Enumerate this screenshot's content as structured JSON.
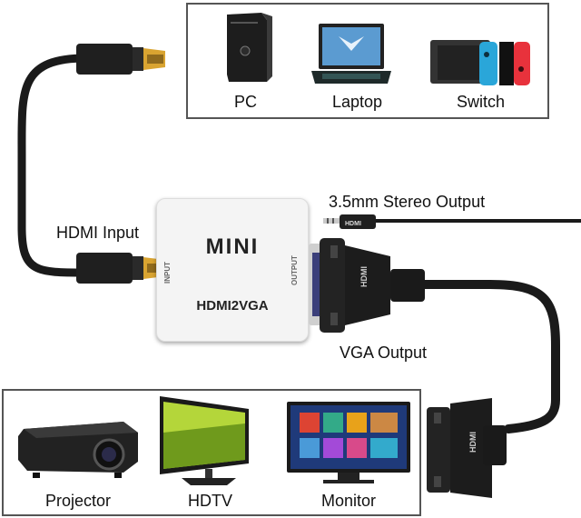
{
  "sources": {
    "items": [
      {
        "label": "PC",
        "icon": "pc-tower-icon"
      },
      {
        "label": "Laptop",
        "icon": "laptop-icon"
      },
      {
        "label": "Switch",
        "icon": "game-console-icon"
      }
    ]
  },
  "adapter": {
    "brand": "MINI",
    "model": "HDMI2VGA",
    "input_port_label": "INPUT",
    "output_port_label": "OUTPUT"
  },
  "connections": {
    "hdmi_input_label": "HDMI Input",
    "audio_output_label": "3.5mm Stereo Output",
    "vga_output_label": "VGA  Output",
    "cable_brand": "HDMI"
  },
  "displays": {
    "items": [
      {
        "label": "Projector",
        "icon": "projector-icon"
      },
      {
        "label": "HDTV",
        "icon": "hdtv-icon"
      },
      {
        "label": "Monitor",
        "icon": "monitor-icon"
      }
    ]
  },
  "colors": {
    "gold": "#d9a431",
    "cable": "#1a1a1a",
    "adapter_body": "#f4f4f4",
    "vga_blue": "#3b3f7a"
  }
}
